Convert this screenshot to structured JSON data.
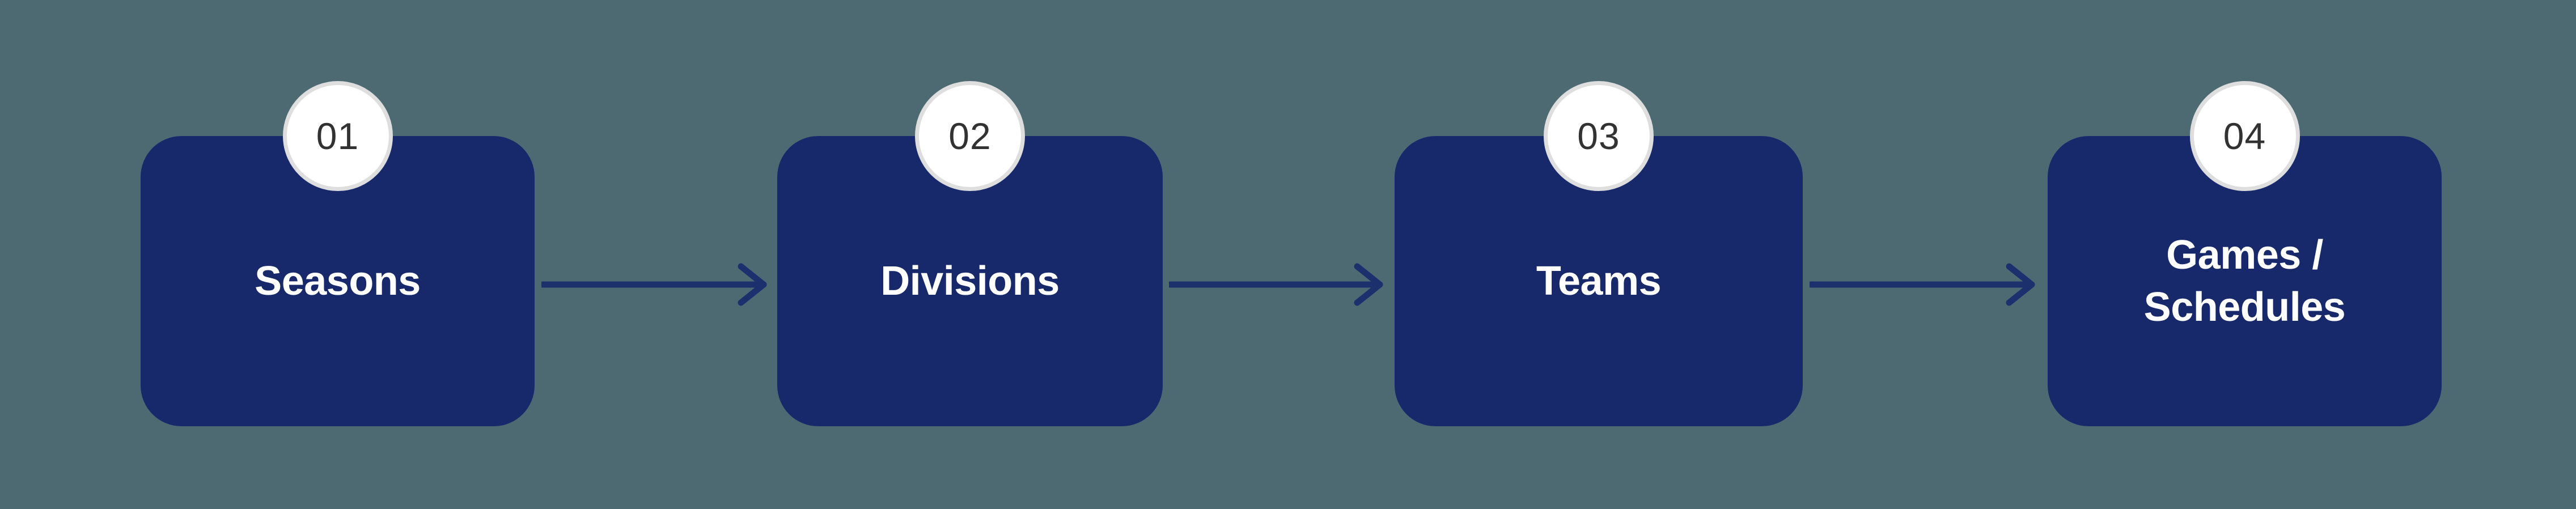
{
  "diagram": {
    "type": "horizontal-process-flow",
    "background_color": "#4d6a72",
    "node_color": "#17296b",
    "node_text_color": "#ffffff",
    "badge_background_color": "#ffffff",
    "badge_border_color": "#dededf",
    "badge_text_color": "#323232",
    "connector_color": "#1d306e",
    "steps": [
      {
        "number": "01",
        "label": "Seasons"
      },
      {
        "number": "02",
        "label": "Divisions"
      },
      {
        "number": "03",
        "label": "Teams"
      },
      {
        "number": "04",
        "label": "Games /\nSchedules"
      }
    ],
    "connectors": [
      {
        "from": "01",
        "to": "02",
        "icon": "arrow-right-icon"
      },
      {
        "from": "02",
        "to": "03",
        "icon": "arrow-right-icon"
      },
      {
        "from": "03",
        "to": "04",
        "icon": "arrow-right-icon"
      }
    ]
  }
}
